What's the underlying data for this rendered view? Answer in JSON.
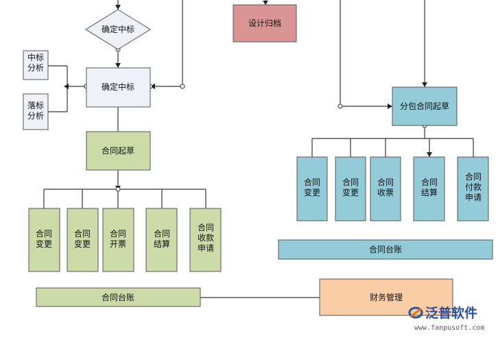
{
  "nodes": {
    "decision_confirm": "确定中标",
    "bid_win": "中标\n分析",
    "bid_lose": "落标\n分析",
    "confirm_bid": "确定中标",
    "contract_draft": "合同起草",
    "left_children": [
      "合同\n变更",
      "合同\n变更",
      "合同\n开票",
      "合同\n结算",
      "合同\n收款\n申请"
    ],
    "design_archive": "设计归档",
    "sub_contract_draft": "分包合同起草",
    "right_children": [
      "合同\n变更",
      "合同\n变更",
      "合同\n收票",
      "合同\n结算",
      "合同\n付款\n申请"
    ],
    "ledger_right": "合同台账",
    "ledger_left": "合同台账",
    "finance": "财务管理"
  },
  "watermark": {
    "brand": "泛普软件",
    "url": "www.fanpusoft.com"
  },
  "colors": {
    "green": "#cddba9",
    "blue": "#93ccd8",
    "pink": "#d99594",
    "peach": "#fbcda6",
    "grey": "#eef1f7"
  }
}
